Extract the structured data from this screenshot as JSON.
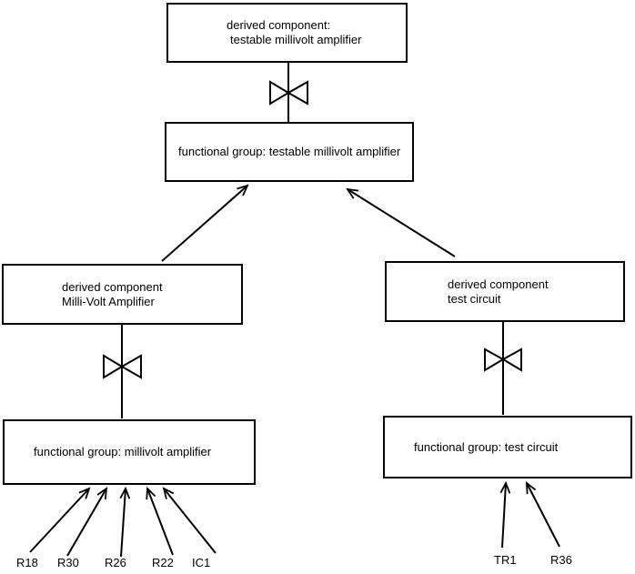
{
  "page": {
    "background_color": "#ffffff",
    "line_color": "#000000"
  },
  "diagram": {
    "nodes": {
      "top_derived": {
        "line1": "derived component:",
        "line2": "testable millivolt amplifier"
      },
      "fg_testable": {
        "label": "functional group: testable millivolt amplifier"
      },
      "left_derived": {
        "line1": "derived component",
        "line2": "Milli-Volt Amplifier"
      },
      "right_derived": {
        "line1": "derived component",
        "line2": "test circuit"
      },
      "fg_millivolt": {
        "label": "functional group: millivolt amplifier"
      },
      "fg_testcircuit": {
        "label": "functional group: test circuit"
      }
    },
    "component_labels": {
      "left": [
        "R18",
        "R30",
        "R26",
        "R22",
        "IC1"
      ],
      "right": [
        "TR1",
        "R36"
      ]
    },
    "icons": {
      "bowtie": "bowtie-valve-icon"
    }
  }
}
